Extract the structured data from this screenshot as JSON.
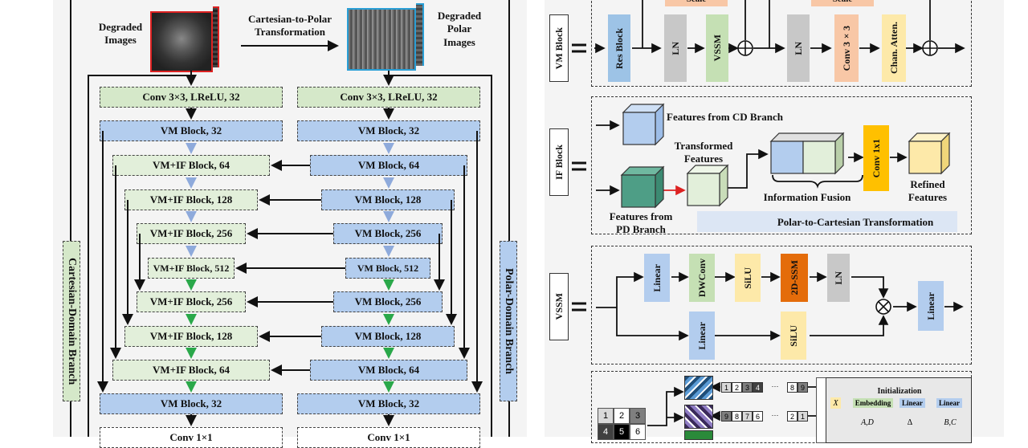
{
  "left": {
    "degraded_images": "Degraded\nImages",
    "transform": "Cartesian-to-Polar\nTransformation",
    "degraded_polar": "Degraded\nPolar\nImages",
    "cartesian_branch": "Cartesian-Domain Branch",
    "polar_branch": "Polar-Domain Branch",
    "cd_blocks": [
      "Conv 3×3, LReLU, 32",
      "VM Block, 32",
      "VM+IF Block, 64",
      "VM+IF Block, 128",
      "VM+IF Block, 256",
      "VM+IF Block, 512",
      "VM+IF Block, 256",
      "VM+IF Block, 128",
      "VM+IF Block, 64",
      "VM Block, 32",
      "Conv 1×1"
    ],
    "pd_blocks": [
      "Conv 3×3, LReLU, 32",
      "VM Block, 32",
      "VM Block, 64",
      "VM Block, 128",
      "VM Block, 256",
      "VM Block, 512",
      "VM Block, 256",
      "VM Block, 128",
      "VM Block, 64",
      "VM Block, 32",
      "Conv 1×1"
    ]
  },
  "vm": {
    "label": "VM Block",
    "scale": "Scale",
    "res": "Res Block",
    "ln": "LN",
    "vssm": "VSSM",
    "conv": "Conv 3×3",
    "chan": "Chan. Atten."
  },
  "if": {
    "label": "IF Block",
    "from_cd": "Features from CD Branch",
    "from_pd": "Features from\nPD Branch",
    "transformed": "Transformed\nFeatures",
    "fusion": "Information Fusion",
    "conv": "Conv 1x1",
    "refined": "Refined\nFeatures",
    "legend": "Polar-to-Cartesian Transformation"
  },
  "vssm": {
    "label": "VSSM",
    "linear": "Linear",
    "dwconv": "DWConv",
    "silu": "SiLU",
    "ssm": "2D-SSM",
    "ln": "LN"
  },
  "ssm": {
    "grid": [
      "1",
      "2",
      "3",
      "4",
      "5",
      "6"
    ],
    "seq1": [
      "1",
      "2",
      "3",
      "4",
      "8",
      "9"
    ],
    "seq2": [
      "9",
      "8",
      "7",
      "6",
      "2",
      "1"
    ],
    "init": "Initialization",
    "x": "X",
    "embedding": "Embedding",
    "linear": "Linear",
    "ad": "A,D",
    "delta": "Δ",
    "bc": "B,C",
    "dots": "···"
  },
  "colors": {
    "green": "#d5e8c9",
    "blue": "#b3cdee",
    "orange": "#f2a65a",
    "gray": "#c8c8c8",
    "yellow": "#fde9a9",
    "ssm": "#e46c0a",
    "conv1x1": "#ffc000",
    "teal": "#4e9e86"
  }
}
